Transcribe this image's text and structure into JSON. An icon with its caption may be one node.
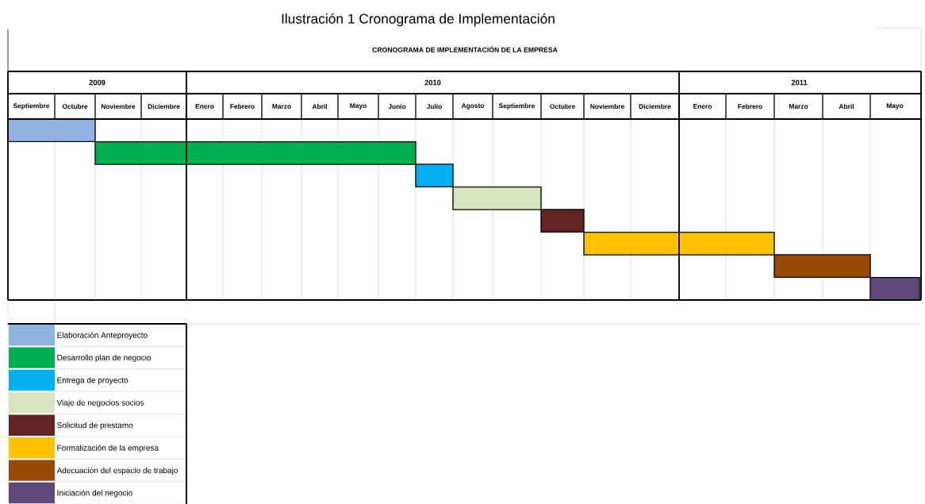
{
  "diagram": {
    "title": "Ilustración 1 Cronograma de Implementación",
    "nodes": [
      {
        "text": [],
        "shape": "bar"
      },
      {
        "text": [],
        "shape": "bar"
      },
      {
        "text": [],
        "shape": "bar"
      },
      {
        "text": [],
        "shape": "bar"
      },
      {
        "text": [],
        "shape": "bar"
      },
      {
        "text": [],
        "shape": "bar"
      },
      {
        "text": [],
        "shape": "bar"
      },
      {
        "text": [],
        "shape": "bar"
      }
    ],
    "edges": [],
    "labels": [
      "CRONOGRAMA DE IMPLEMENTACIÓN DE LA EMPRESA",
      "2009",
      "2010",
      "2011",
      "Septiembre",
      "Octubre",
      "Noviembre",
      "Diciembre",
      "Enero",
      "Febrero",
      "Marzo",
      "Abril",
      "Mayo",
      "Junio",
      "Julio",
      "Agosto",
      "Septiembre",
      "Octubre",
      "Noviembre",
      "Diciembre",
      "Enero",
      "Febrero",
      "Marzo",
      "Abril",
      "Mayo"
    ],
    "legend": [
      {
        "text": "Elaboración Anteproyecto",
        "color": "#8eb4e3"
      },
      {
        "text": "Desarrollo plan de negocio",
        "color": "#00b050"
      },
      {
        "text": "Entrega de proyecto",
        "color": "#00b0f0"
      },
      {
        "text": "Viaje de negocios socios",
        "color": "#d7e4bd"
      },
      {
        "text": "Solicitud de prestamo",
        "color": "#632523"
      },
      {
        "text": "Formalización de la empresa",
        "color": "#ffc000"
      },
      {
        "text": "Adecuación del espacio de trabajo",
        "color": "#984807"
      },
      {
        "text": "Iniciación del negocio",
        "color": "#604a7b"
      }
    ]
  }
}
